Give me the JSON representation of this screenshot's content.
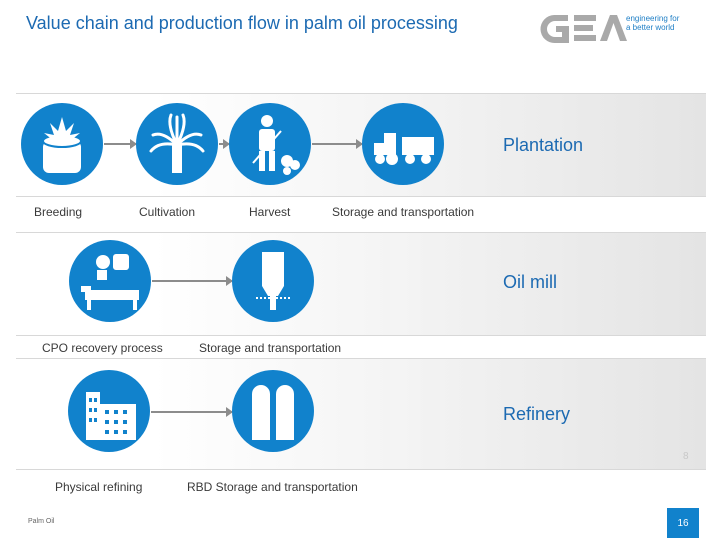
{
  "title": "Value chain and production flow in palm oil processing",
  "logo": {
    "name": "GEA",
    "tagline_line1": "engineering for",
    "tagline_line2": "a better world"
  },
  "colors": {
    "accent": "#1c6ab2",
    "circle": "#1182cc",
    "arrow": "#8c8c8c"
  },
  "sections": {
    "plantation": {
      "heading": "Plantation",
      "stages": [
        "Breeding",
        "Cultivation",
        "Harvest",
        "Storage and transportation"
      ],
      "icons": [
        "palm-fruit-icon",
        "palm-tree-icon",
        "farmer-icon",
        "tractor-icon"
      ]
    },
    "oil_mill": {
      "heading": "Oil mill",
      "stages": [
        "CPO recovery process",
        "Storage and transportation"
      ],
      "icons": [
        "processing-equipment-icon",
        "storage-silo-icon"
      ]
    },
    "refinery": {
      "heading": "Refinery",
      "stages": [
        "Physical refining",
        "RBD Storage and transportation"
      ],
      "icons": [
        "factory-icon",
        "storage-tanks-icon"
      ]
    }
  },
  "footer": {
    "left_label": "Palm Oil",
    "page_number": "16",
    "faint_mark": "8"
  }
}
